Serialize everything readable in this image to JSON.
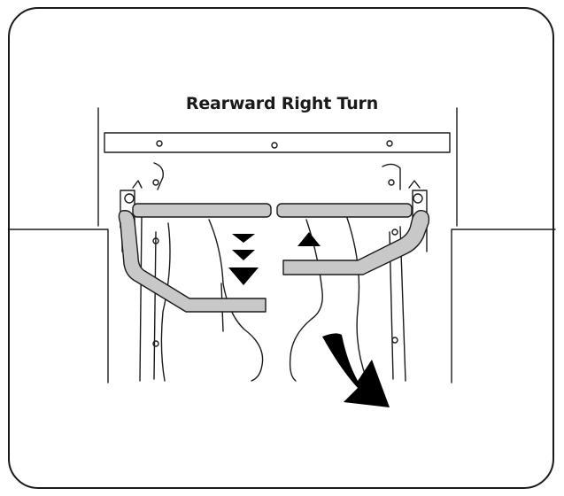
{
  "diagram": {
    "title": "Rearward Right Turn",
    "handles": {
      "fill": "#c8c8c8",
      "stroke": "#1a1a1a"
    },
    "arrows": {
      "left_handle_direction": "down",
      "right_handle_direction": "up",
      "turn_direction": "right",
      "fill": "#000000"
    }
  }
}
